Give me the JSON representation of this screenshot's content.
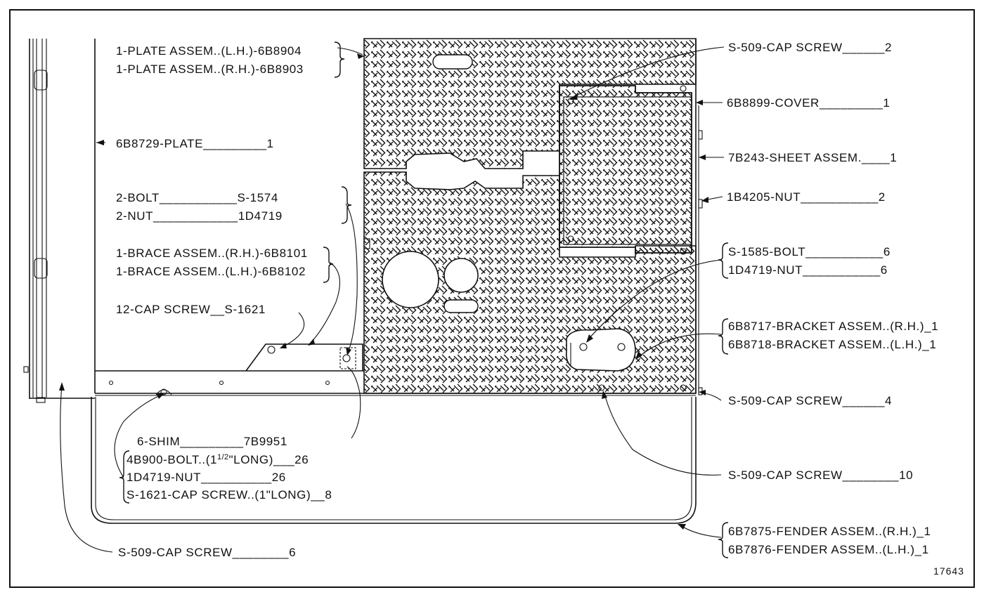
{
  "labels": {
    "plate_lh": "1-PLATE ASSEM..(L.H.)-6B8904",
    "plate_rh": "1-PLATE ASSEM..(R.H.)-6B8903",
    "plate": "6B8729-PLATE_________1",
    "bolt2": "2-BOLT___________S-1574",
    "nut2": "2-NUT____________1D4719",
    "brace_rh": "1-BRACE ASSEM..(R.H.)-6B8101",
    "brace_lh": "1-BRACE ASSEM..(L.H.)-6B8102",
    "capscrew12": "12-CAP SCREW__S-1621",
    "shim": "6-SHIM_________7B9951",
    "bolt4b900_pre": "4B900-BOLT..(1",
    "bolt4b900_frac": "1/2",
    "bolt4b900_post": "\"LONG)___26",
    "nut1d4719": "1D4719-NUT__________26",
    "capscrew_s1621": "S-1621-CAP SCREW..(1\"LONG)__8",
    "capscrew_bl": "S-509-CAP SCREW________6",
    "capscrew_tr": "S-509-CAP SCREW______2",
    "cover": "6B8899-COVER_________1",
    "sheet": "7B243-SHEET ASSEM.____1",
    "nut1b4205": "1B4205-NUT___________2",
    "bolt_s1585": "S-1585-BOLT___________6",
    "nut_1d4719_r": "1D4719-NUT___________6",
    "bracket_rh": "6B8717-BRACKET ASSEM..(R.H.)_1",
    "bracket_lh": "6B8718-BRACKET ASSEM..(L.H.)_1",
    "capscrew_r4": "S-509-CAP SCREW______4",
    "capscrew_r10": "S-509-CAP SCREW________10",
    "fender_rh": "6B7875-FENDER ASSEM..(R.H.)_1",
    "fender_lh": "6B7876-FENDER ASSEM..(L.H.)_1",
    "figure_number": "17643"
  }
}
